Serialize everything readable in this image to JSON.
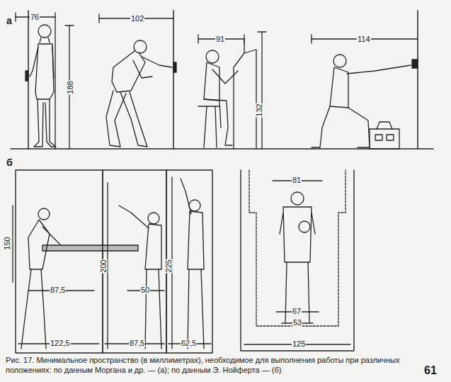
{
  "diagram": {
    "caption": "Рис. 17. Минимальное пространство (в миллиметрах), необходимое для выполнения работы при различных положениях: по данным Моргана и др. — (а); по данным Э. Нойферта — (б)",
    "labels": [
      "а",
      "76",
      "188",
      "102",
      "91",
      "132",
      "114",
      "б",
      "150",
      "87,5",
      "122,5",
      "200",
      "50",
      "87,5",
      "225",
      "62,5",
      "81",
      "67",
      "53",
      "125",
      "61"
    ]
  }
}
